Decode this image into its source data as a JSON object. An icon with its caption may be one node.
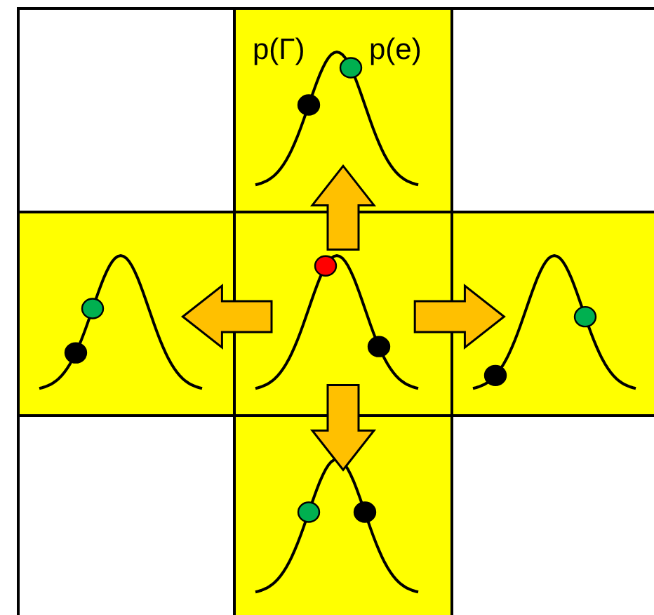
{
  "diagram": {
    "nodes": [
      {
        "text": [],
        "shape": "picture"
      },
      {
        "text": [],
        "shape": "picture"
      },
      {
        "text": [],
        "shape": "picture"
      },
      {
        "text": [],
        "shape": "picture"
      },
      {
        "text": [],
        "shape": "picture"
      }
    ],
    "edges": [
      {
        "from": 2,
        "to": 0,
        "arrow": "to"
      },
      {
        "from": 2,
        "to": 1,
        "arrow": "to"
      },
      {
        "from": 2,
        "to": 3,
        "arrow": "to"
      },
      {
        "from": 2,
        "to": 4,
        "arrow": "to"
      }
    ],
    "labels": [
      "p(Γ)",
      "p(e)"
    ]
  }
}
